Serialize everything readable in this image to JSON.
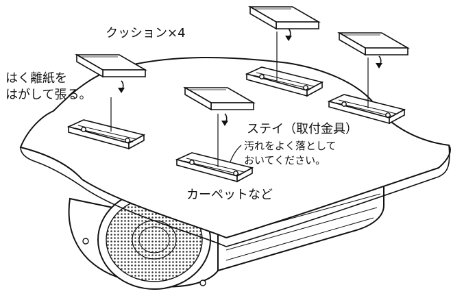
{
  "labels": {
    "cushion": "クッション×4",
    "peel_line1": "はく離紙を",
    "peel_line2": "はがして張る。",
    "stay": "ステイ（取付金具）",
    "stay_note_line1": "汚れをよく落として",
    "stay_note_line2": "おいてください。",
    "carpet": "カーペットなど"
  },
  "parts": {
    "cushion_icon": "cushion-pad",
    "stay_icon": "mounting-bracket",
    "carpet_icon": "carpet-sheet",
    "housing_icon": "camera-speaker-housing"
  }
}
